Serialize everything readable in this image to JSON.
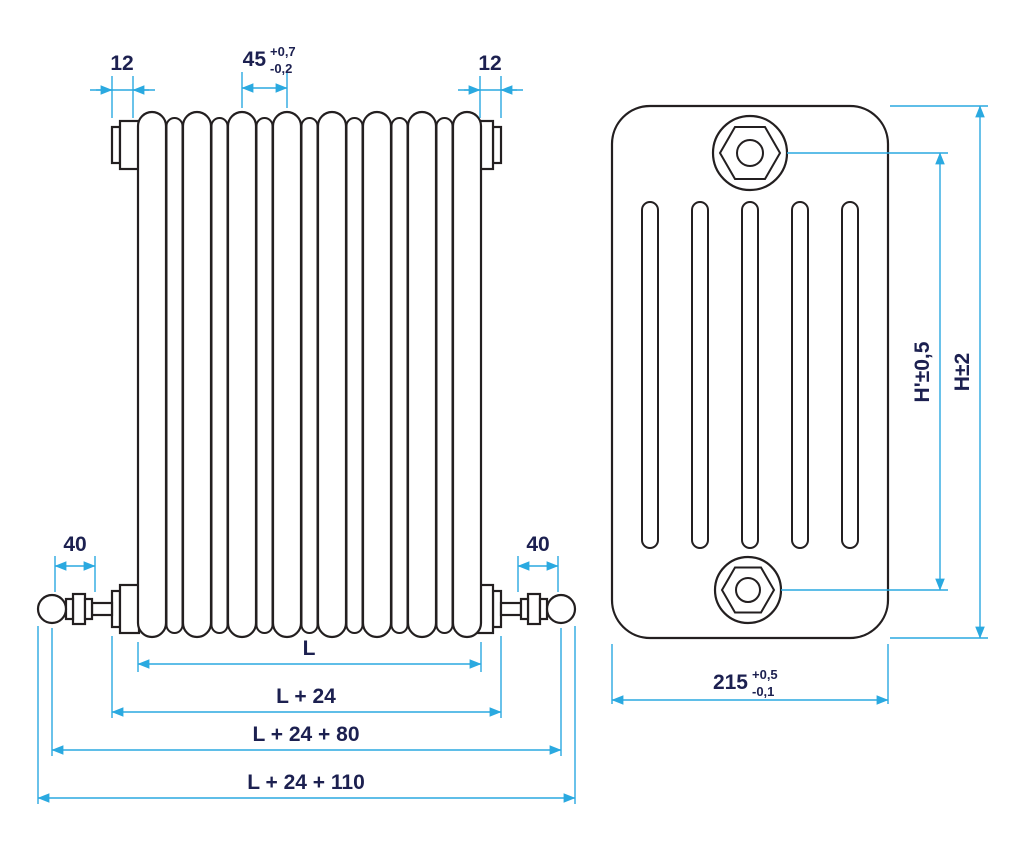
{
  "front_view": {
    "dim_cap_left": "12",
    "dim_cap_right": "12",
    "dim_pitch_value": "45",
    "dim_pitch_tol_plus": "+0,7",
    "dim_pitch_tol_minus": "-0,2",
    "dim_valve_left": "40",
    "dim_valve_right": "40",
    "dim_length": "L",
    "dim_length_caps": "L + 24",
    "dim_length_valves": "L + 24 + 80",
    "dim_length_total": "L + 24 + 110"
  },
  "side_view": {
    "dim_height_centers": "H'±0,5",
    "dim_height_overall": "H±2",
    "dim_depth_value": "215",
    "dim_depth_tol_plus": "+0,5",
    "dim_depth_tol_minus": "-0,1"
  },
  "colors": {
    "outline": "#231f20",
    "dimension": "#2aa9e0",
    "text": "#1c2050"
  }
}
